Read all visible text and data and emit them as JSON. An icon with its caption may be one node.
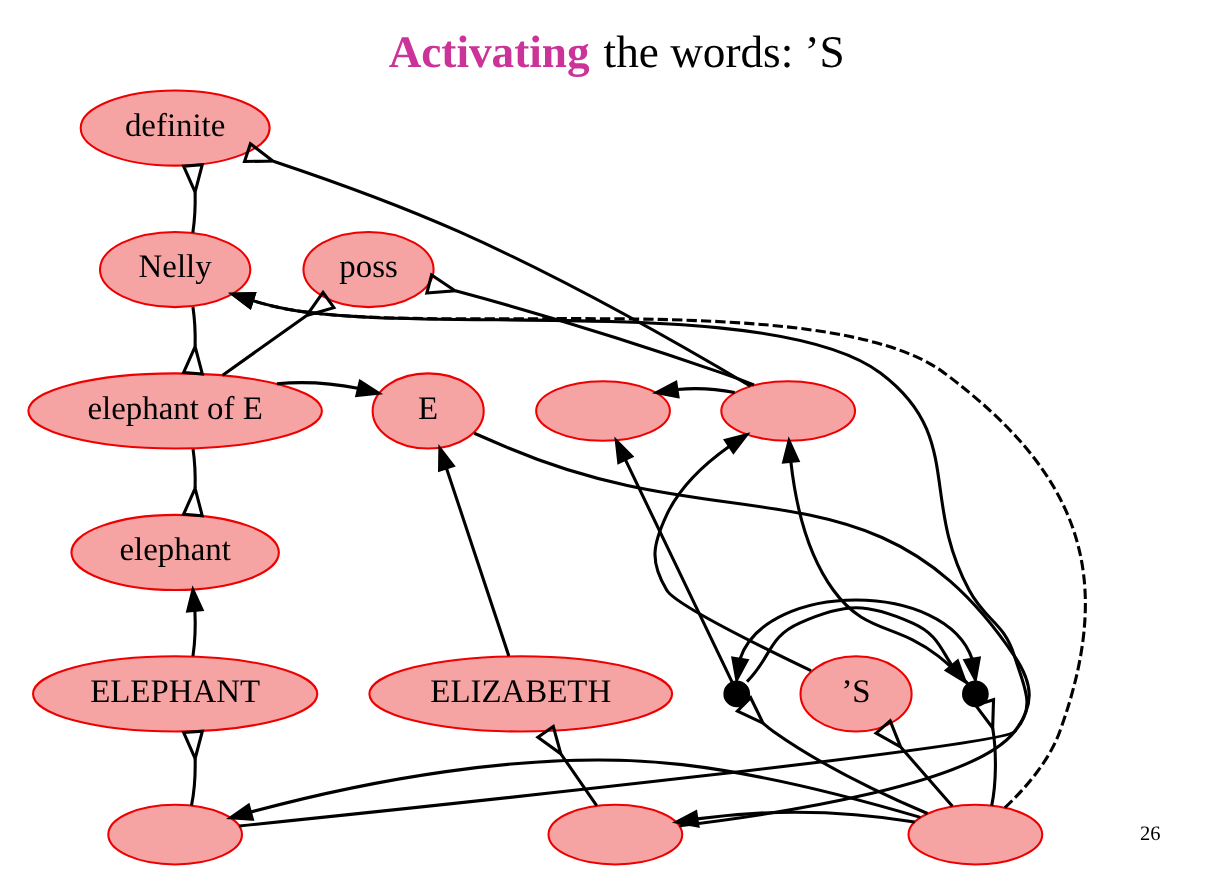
{
  "diagram": {
    "title": "Activating the words: ’S",
    "nodes": [
      {
        "text": [
          "definite"
        ]
      },
      {
        "text": [
          "poss"
        ]
      },
      {
        "text": [
          "Nelly"
        ]
      },
      {
        "text": [
          "elephant of E"
        ]
      },
      {
        "text": [
          "E"
        ]
      },
      {
        "text": [],
        "shape": "ellipse"
      },
      {
        "text": [],
        "shape": "ellipse"
      },
      {
        "text": [
          "elephant"
        ]
      },
      {
        "text": [
          "ELEPHANT"
        ]
      },
      {
        "text": [
          "ELIZABETH"
        ]
      },
      {
        "text": [],
        "shape": "dot"
      },
      {
        "text": [
          "’S"
        ]
      },
      {
        "text": [],
        "shape": "dot"
      },
      {
        "text": [],
        "shape": "ellipse"
      },
      {
        "text": [],
        "shape": "ellipse"
      },
      {
        "text": [],
        "shape": "ellipse"
      }
    ],
    "edges": [
      {
        "from": 2,
        "to": 0,
        "arrow": "other"
      },
      {
        "from": 6,
        "to": 0,
        "arrow": "other"
      },
      {
        "from": 3,
        "to": 1,
        "arrow": "other"
      },
      {
        "from": 6,
        "to": 1,
        "arrow": "other"
      },
      {
        "from": 2,
        "to": 3,
        "arrow": "other"
      },
      {
        "from": 3,
        "to": 7,
        "arrow": "other"
      },
      {
        "from": 3,
        "to": 4,
        "arrow": "to"
      },
      {
        "from": 15,
        "to": 2,
        "arrow": "to",
        "style": "dashed"
      },
      {
        "from": 6,
        "to": 5,
        "arrow": "to"
      },
      {
        "from": 8,
        "to": 7,
        "arrow": "to"
      },
      {
        "from": 13,
        "to": 2,
        "arrow": "to"
      },
      {
        "from": 14,
        "to": 4,
        "arrow": "none"
      },
      {
        "from": 9,
        "to": 4,
        "arrow": "to"
      },
      {
        "from": 13,
        "to": 8,
        "arrow": "other"
      },
      {
        "from": 14,
        "to": 9,
        "arrow": "other"
      },
      {
        "from": 15,
        "to": 10,
        "arrow": "other"
      },
      {
        "from": 15,
        "to": 11,
        "arrow": "other"
      },
      {
        "from": 15,
        "to": 12,
        "arrow": "other"
      },
      {
        "from": 10,
        "to": 12,
        "arrow": "to"
      },
      {
        "from": 10,
        "to": 12,
        "arrow": "both"
      },
      {
        "from": 10,
        "to": 5,
        "arrow": "to"
      },
      {
        "from": 11,
        "to": 6,
        "arrow": "to"
      },
      {
        "from": 12,
        "to": 6,
        "arrow": "to"
      },
      {
        "from": 15,
        "to": 14,
        "arrow": "to"
      },
      {
        "from": 15,
        "to": 13,
        "arrow": "to"
      }
    ],
    "labels": [
      "26"
    ]
  }
}
